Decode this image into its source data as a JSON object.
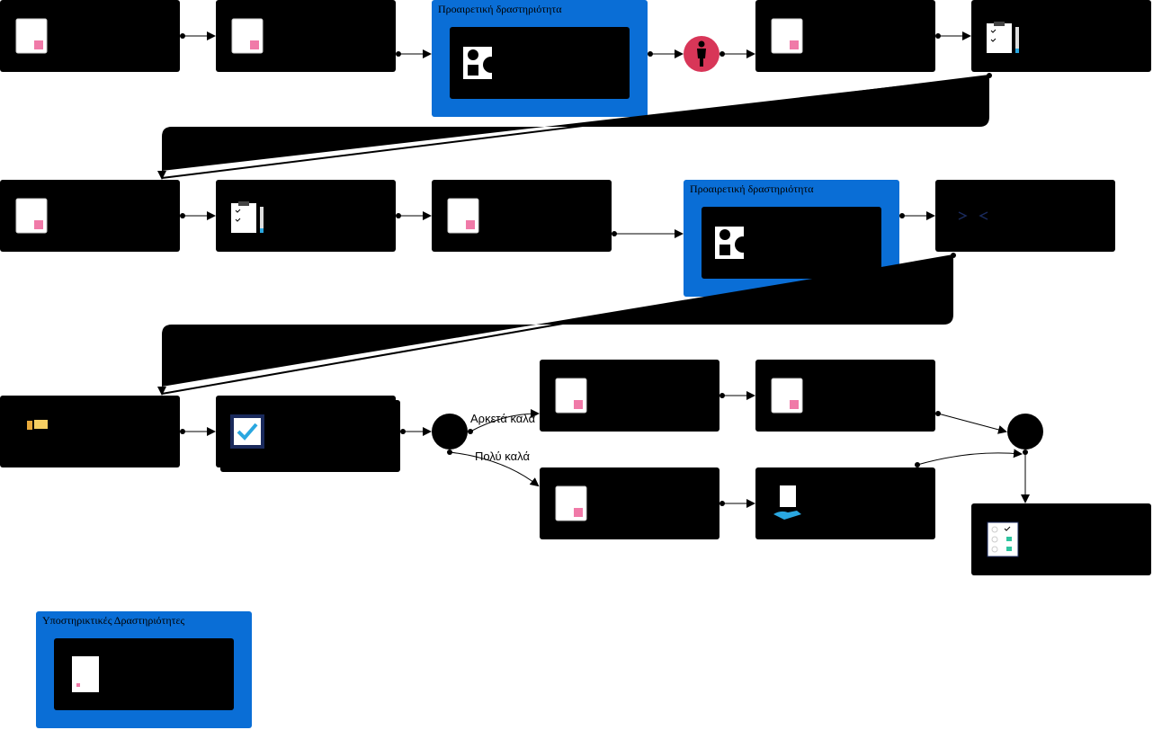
{
  "groups": {
    "optional_1": {
      "label": "Προαιρετική δραστηριότητα"
    },
    "optional_2": {
      "label": "Προαιρετική δραστηριότητα"
    },
    "support": {
      "label": "Υποστηρικτικές Δραστηριότητες"
    }
  },
  "edge_labels": {
    "fairly_good": "Αρκετά καλά",
    "very_good": "Πολύ καλά"
  },
  "colors": {
    "group_blue": "#0a6ed6",
    "start_event": "#d83658",
    "doc_accent": "#f07aa8",
    "node_fill": "#000000"
  },
  "icons": [
    "document-icon",
    "shapes-icon",
    "person-icon",
    "checklist-pencil-icon",
    "code-brackets-icon",
    "folder-icon",
    "approved-check-icon",
    "hand-document-icon",
    "survey-list-icon"
  ]
}
